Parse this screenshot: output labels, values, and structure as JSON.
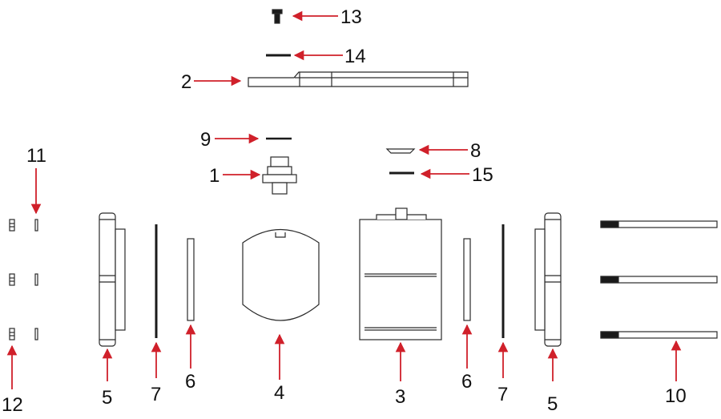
{
  "colors": {
    "arrow": "#d0202a",
    "part_stroke": "#2a2a2a",
    "part_fill": "#ffffff",
    "dark": "#1a1a1a"
  },
  "callouts": {
    "c13": "13",
    "c14": "14",
    "c2": "2",
    "c9": "9",
    "c1": "1",
    "c8": "8",
    "c15": "15",
    "c11": "11",
    "c12": "12",
    "c5a": "5",
    "c7a": "7",
    "c6a": "6",
    "c4": "4",
    "c3": "3",
    "c6b": "6",
    "c7b": "7",
    "c5b": "5",
    "c10": "10"
  }
}
